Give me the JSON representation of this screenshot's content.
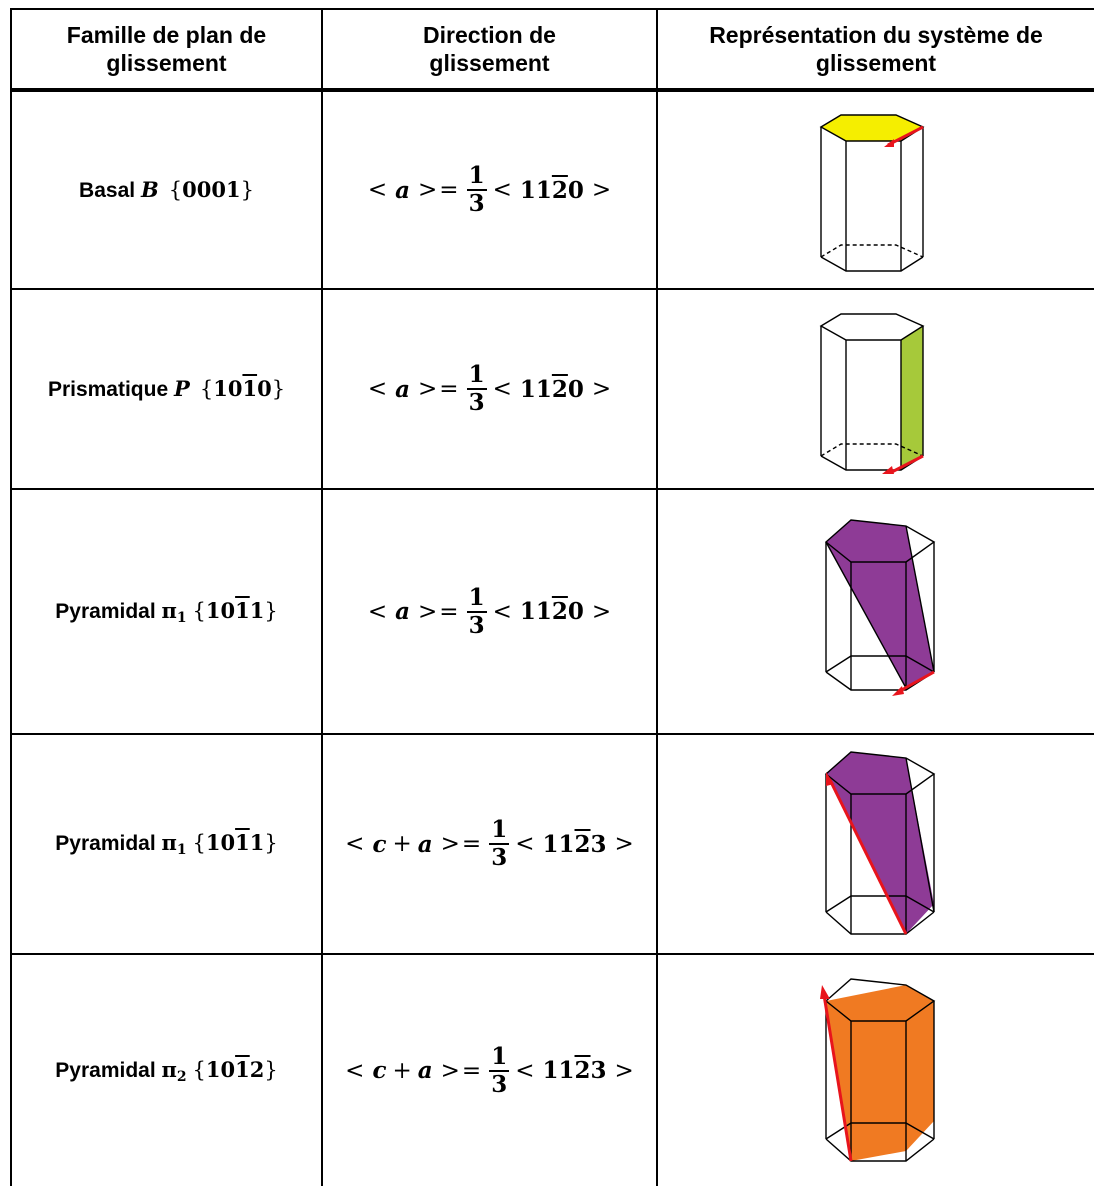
{
  "header": {
    "col1": [
      "Famille de plan de",
      "glissement"
    ],
    "col2": [
      "Direction de",
      "glissement"
    ],
    "col3": [
      "Représentation du système de",
      "glissement"
    ]
  },
  "rows": [
    {
      "family_name": "Basal",
      "plane_symbol": "B",
      "subscript": "",
      "miller_prefix": "000",
      "miller_bar": "",
      "miller_suffix": "1",
      "dir_vector": "a",
      "dir_prefix": "",
      "frac_num": "1",
      "frac_den": "3",
      "idx_prefix": "11",
      "idx_bar": "2",
      "idx_suffix": "0",
      "plane_color": "#f5ee00"
    },
    {
      "family_name": "Prismatique",
      "plane_symbol": "P",
      "subscript": "",
      "miller_prefix": "10",
      "miller_bar": "1",
      "miller_suffix": "0",
      "dir_vector": "a",
      "dir_prefix": "",
      "frac_num": "1",
      "frac_den": "3",
      "idx_prefix": "11",
      "idx_bar": "2",
      "idx_suffix": "0",
      "plane_color": "#a6c93a"
    },
    {
      "family_name": "Pyramidal",
      "plane_symbol": "π",
      "subscript": "1",
      "miller_prefix": "10",
      "miller_bar": "1",
      "miller_suffix": "1",
      "dir_vector": "a",
      "dir_prefix": "",
      "frac_num": "1",
      "frac_den": "3",
      "idx_prefix": "11",
      "idx_bar": "2",
      "idx_suffix": "0",
      "plane_color": "#8e3b96"
    },
    {
      "family_name": "Pyramidal",
      "plane_symbol": "π",
      "subscript": "1",
      "miller_prefix": "10",
      "miller_bar": "1",
      "miller_suffix": "1",
      "dir_vector": "a",
      "dir_prefix": "c",
      "frac_num": "1",
      "frac_den": "3",
      "idx_prefix": "11",
      "idx_bar": "2",
      "idx_suffix": "3",
      "plane_color": "#8e3b96"
    },
    {
      "family_name": "Pyramidal",
      "plane_symbol": "π",
      "subscript": "2",
      "miller_prefix": "10",
      "miller_bar": "1",
      "miller_suffix": "2",
      "dir_vector": "a",
      "dir_prefix": "c",
      "frac_num": "1",
      "frac_den": "3",
      "idx_prefix": "11",
      "idx_bar": "2",
      "idx_suffix": "3",
      "plane_color": "#f07a22"
    }
  ],
  "colors": {
    "arrow": "#e8141c",
    "line": "#000000"
  }
}
